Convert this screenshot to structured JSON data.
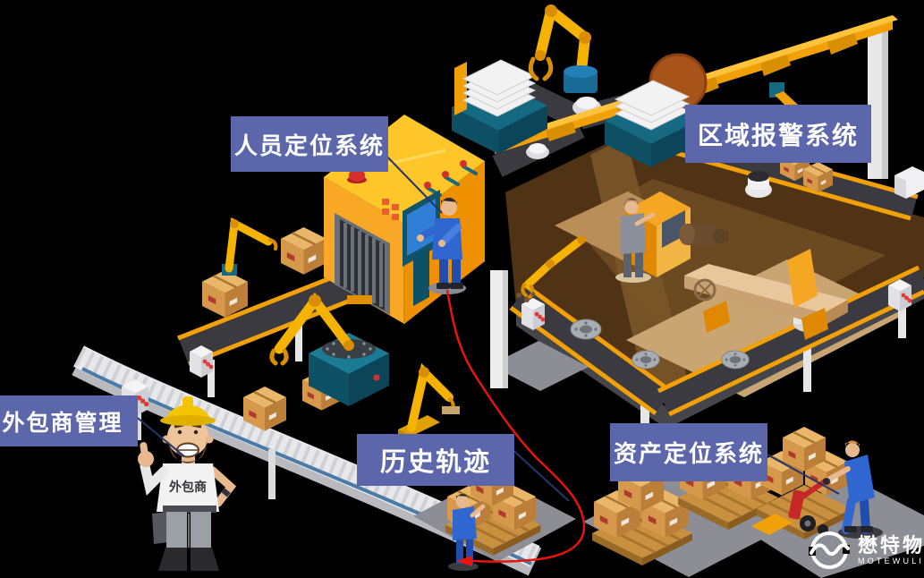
{
  "labels": {
    "personnel_positioning": "人员定位系统",
    "area_alarm": "区域报警系统",
    "contractor_management": "外包商管理",
    "history_trajectory": "历史轨迹",
    "asset_positioning": "资产定位系统"
  },
  "character": {
    "shirt_label": "外包商"
  },
  "logo": {
    "brand_cn": "懋特物联",
    "brand_en": "MOTEWULIAN"
  },
  "colors": {
    "background": "#000000",
    "label_background": "#5b67aa",
    "label_text": "#ffffff",
    "trajectory_red": "#e8150c",
    "connector": "#26356e",
    "machine_yellow": "#f9a825",
    "conveyor_belt_dark": "#3a3a40",
    "conveyor_rail_yellow": "#f2a007",
    "teal_machine": "#156a82",
    "carton_tan": "#d6994c",
    "platform_brown": "#5c3d1a",
    "worker_blue": "#2f66d0",
    "floor_grey": "#8d8d95"
  }
}
